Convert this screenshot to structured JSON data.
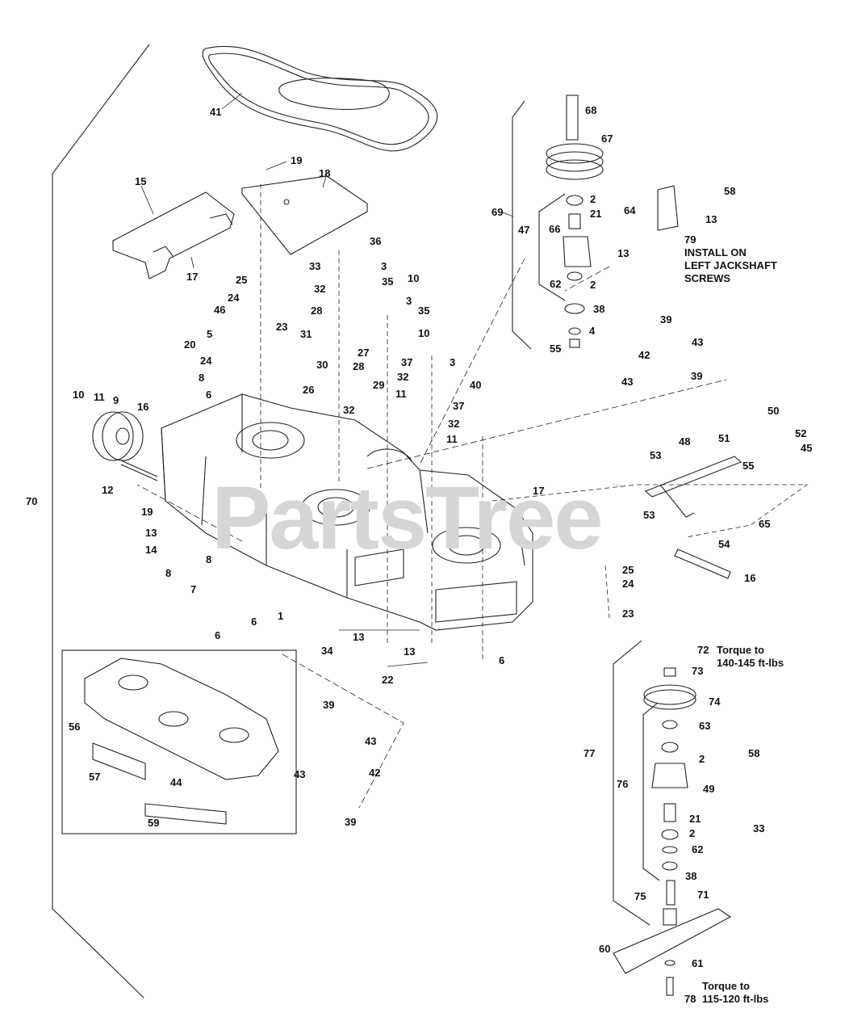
{
  "watermark": {
    "text": "PartsTree",
    "trademark": "™"
  },
  "notes": {
    "install_line1": "INSTALL ON",
    "install_line2": "LEFT JACKSHAFT",
    "install_line3": "SCREWS",
    "torque_top_line1": "Torque to",
    "torque_top_line2": "140-145 ft-lbs",
    "torque_bottom_line1": "Torque to",
    "torque_bottom_line2": "115-120 ft-lbs"
  },
  "callouts": [
    {
      "id": "41",
      "text": "41"
    },
    {
      "id": "19a",
      "text": "19"
    },
    {
      "id": "18",
      "text": "18"
    },
    {
      "id": "15",
      "text": "15"
    },
    {
      "id": "17a",
      "text": "17"
    },
    {
      "id": "36",
      "text": "36"
    },
    {
      "id": "33a",
      "text": "33"
    },
    {
      "id": "3a",
      "text": "3"
    },
    {
      "id": "32a",
      "text": "32"
    },
    {
      "id": "35a",
      "text": "35"
    },
    {
      "id": "10a",
      "text": "10"
    },
    {
      "id": "28a",
      "text": "28"
    },
    {
      "id": "3b",
      "text": "3"
    },
    {
      "id": "35b",
      "text": "35"
    },
    {
      "id": "25a",
      "text": "25"
    },
    {
      "id": "24a",
      "text": "24"
    },
    {
      "id": "46",
      "text": "46"
    },
    {
      "id": "23a",
      "text": "23"
    },
    {
      "id": "5",
      "text": "5"
    },
    {
      "id": "20",
      "text": "20"
    },
    {
      "id": "31",
      "text": "31"
    },
    {
      "id": "10b",
      "text": "10"
    },
    {
      "id": "24b",
      "text": "24"
    },
    {
      "id": "30",
      "text": "30"
    },
    {
      "id": "27",
      "text": "27"
    },
    {
      "id": "37a",
      "text": "37"
    },
    {
      "id": "3c",
      "text": "3"
    },
    {
      "id": "8a",
      "text": "8"
    },
    {
      "id": "28b",
      "text": "28"
    },
    {
      "id": "32b",
      "text": "32"
    },
    {
      "id": "29",
      "text": "29"
    },
    {
      "id": "40",
      "text": "40"
    },
    {
      "id": "6a",
      "text": "6"
    },
    {
      "id": "26",
      "text": "26"
    },
    {
      "id": "11a",
      "text": "11"
    },
    {
      "id": "10c",
      "text": "10"
    },
    {
      "id": "11b",
      "text": "11"
    },
    {
      "id": "9",
      "text": "9"
    },
    {
      "id": "16a",
      "text": "16"
    },
    {
      "id": "32c",
      "text": "32"
    },
    {
      "id": "37b",
      "text": "37"
    },
    {
      "id": "32d",
      "text": "32"
    },
    {
      "id": "11c",
      "text": "11"
    },
    {
      "id": "12",
      "text": "12"
    },
    {
      "id": "17b",
      "text": "17"
    },
    {
      "id": "19b",
      "text": "19"
    },
    {
      "id": "70",
      "text": "70"
    },
    {
      "id": "13a",
      "text": "13"
    },
    {
      "id": "14",
      "text": "14"
    },
    {
      "id": "8b",
      "text": "8"
    },
    {
      "id": "8c",
      "text": "8"
    },
    {
      "id": "7",
      "text": "7"
    },
    {
      "id": "6b",
      "text": "6"
    },
    {
      "id": "6c",
      "text": "6"
    },
    {
      "id": "1",
      "text": "1"
    },
    {
      "id": "34",
      "text": "34"
    },
    {
      "id": "13b",
      "text": "13"
    },
    {
      "id": "13c",
      "text": "13"
    },
    {
      "id": "22",
      "text": "22"
    },
    {
      "id": "6d",
      "text": "6"
    },
    {
      "id": "68",
      "text": "68"
    },
    {
      "id": "67",
      "text": "67"
    },
    {
      "id": "69",
      "text": "69"
    },
    {
      "id": "47",
      "text": "47"
    },
    {
      "id": "2a",
      "text": "2"
    },
    {
      "id": "21a",
      "text": "21"
    },
    {
      "id": "64",
      "text": "64"
    },
    {
      "id": "66",
      "text": "66"
    },
    {
      "id": "13d",
      "text": "13"
    },
    {
      "id": "58a",
      "text": "58"
    },
    {
      "id": "13e",
      "text": "13"
    },
    {
      "id": "79",
      "text": "79"
    },
    {
      "id": "62a",
      "text": "62"
    },
    {
      "id": "2b",
      "text": "2"
    },
    {
      "id": "38a",
      "text": "38"
    },
    {
      "id": "4",
      "text": "4"
    },
    {
      "id": "55a",
      "text": "55"
    },
    {
      "id": "39a",
      "text": "39"
    },
    {
      "id": "42a",
      "text": "42"
    },
    {
      "id": "43a",
      "text": "43"
    },
    {
      "id": "43b",
      "text": "43"
    },
    {
      "id": "39b",
      "text": "39"
    },
    {
      "id": "50",
      "text": "50"
    },
    {
      "id": "51",
      "text": "51"
    },
    {
      "id": "52",
      "text": "52"
    },
    {
      "id": "45",
      "text": "45"
    },
    {
      "id": "48",
      "text": "48"
    },
    {
      "id": "55b",
      "text": "55"
    },
    {
      "id": "53a",
      "text": "53"
    },
    {
      "id": "53b",
      "text": "53"
    },
    {
      "id": "65",
      "text": "65"
    },
    {
      "id": "54",
      "text": "54"
    },
    {
      "id": "16b",
      "text": "16"
    },
    {
      "id": "25b",
      "text": "25"
    },
    {
      "id": "24c",
      "text": "24"
    },
    {
      "id": "23b",
      "text": "23"
    },
    {
      "id": "72",
      "text": "72"
    },
    {
      "id": "73",
      "text": "73"
    },
    {
      "id": "74",
      "text": "74"
    },
    {
      "id": "63",
      "text": "63"
    },
    {
      "id": "77",
      "text": "77"
    },
    {
      "id": "2c",
      "text": "2"
    },
    {
      "id": "58b",
      "text": "58"
    },
    {
      "id": "76",
      "text": "76"
    },
    {
      "id": "49",
      "text": "49"
    },
    {
      "id": "21b",
      "text": "21"
    },
    {
      "id": "33b",
      "text": "33"
    },
    {
      "id": "2d",
      "text": "2"
    },
    {
      "id": "62b",
      "text": "62"
    },
    {
      "id": "38b",
      "text": "38"
    },
    {
      "id": "75",
      "text": "75"
    },
    {
      "id": "71",
      "text": "71"
    },
    {
      "id": "60",
      "text": "60"
    },
    {
      "id": "61",
      "text": "61"
    },
    {
      "id": "78",
      "text": "78"
    },
    {
      "id": "56",
      "text": "56"
    },
    {
      "id": "57",
      "text": "57"
    },
    {
      "id": "44",
      "text": "44"
    },
    {
      "id": "59",
      "text": "59"
    },
    {
      "id": "39c",
      "text": "39"
    },
    {
      "id": "43c",
      "text": "43"
    },
    {
      "id": "43d",
      "text": "43"
    },
    {
      "id": "42b",
      "text": "42"
    },
    {
      "id": "39d",
      "text": "39"
    }
  ]
}
